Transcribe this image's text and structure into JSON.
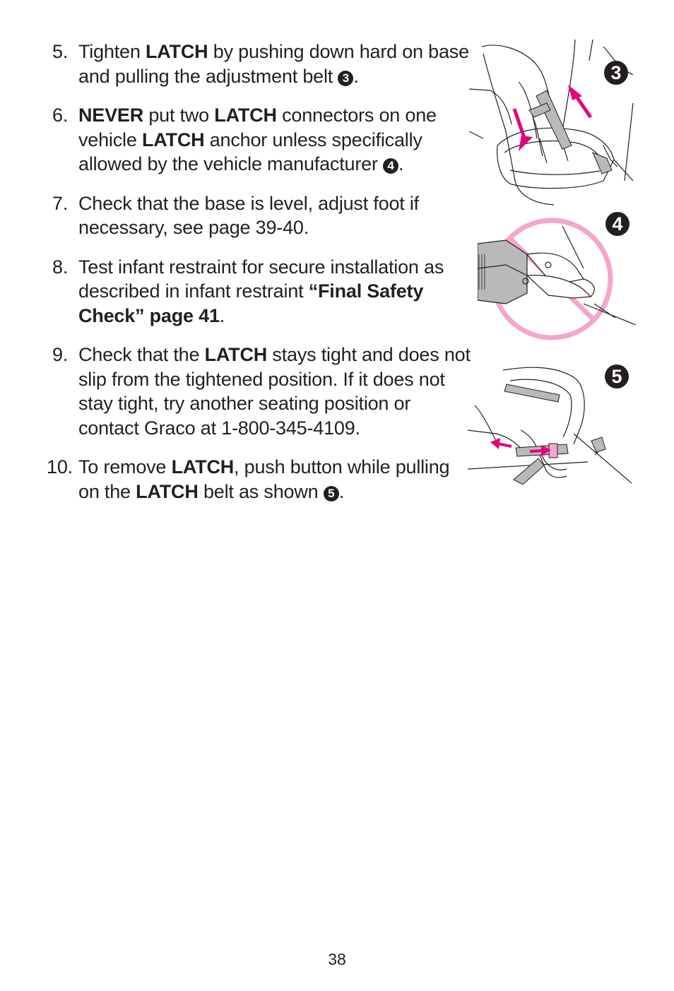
{
  "steps": [
    {
      "num": "5.",
      "parts": [
        {
          "t": "Tighten "
        },
        {
          "t": "LATCH",
          "b": true
        },
        {
          "t": " by pushing down hard on base and pulling the adjustment belt "
        },
        {
          "t": "3",
          "c": true
        },
        {
          "t": "."
        }
      ]
    },
    {
      "num": "6.",
      "parts": [
        {
          "t": "NEVER",
          "b": true
        },
        {
          "t": " put two "
        },
        {
          "t": "LATCH",
          "b": true
        },
        {
          "t": " connectors on one vehicle "
        },
        {
          "t": "LATCH",
          "b": true
        },
        {
          "t": " anchor unless specifically allowed by the vehicle manufacturer "
        },
        {
          "t": "4",
          "c": true
        },
        {
          "t": "."
        }
      ]
    },
    {
      "num": "7.",
      "parts": [
        {
          "t": "Check that the base is level, adjust foot if necessary, see page 39-40."
        }
      ]
    },
    {
      "num": "8.",
      "parts": [
        {
          "t": "Test infant restraint for secure installation as described in infant restraint "
        },
        {
          "t": "“Final Safety Check” page 41",
          "b": true
        },
        {
          "t": "."
        }
      ]
    },
    {
      "num": "9.",
      "parts": [
        {
          "t": "Check that the "
        },
        {
          "t": "LATCH",
          "b": true
        },
        {
          "t": " stays tight and does not slip from the tightened position. If it does not stay tight, try another seating position or contact Graco at 1-800-345-4109."
        }
      ]
    },
    {
      "num": "10.",
      "parts": [
        {
          "t": "To remove "
        },
        {
          "t": "LATCH",
          "b": true
        },
        {
          "t": ", push button while pulling on the "
        },
        {
          "t": "LATCH",
          "b": true
        },
        {
          "t": " belt as shown "
        },
        {
          "t": "5",
          "c": true
        },
        {
          "t": "."
        }
      ]
    }
  ],
  "figures": {
    "fig3_label": "3",
    "fig4_label": "4",
    "fig5_label": "5"
  },
  "colors": {
    "text": "#231f20",
    "accent_magenta": "#e6007e",
    "prohibit_pink": "#f4a6cc",
    "gray_fill": "#b9b9bb"
  },
  "page_number": "38"
}
